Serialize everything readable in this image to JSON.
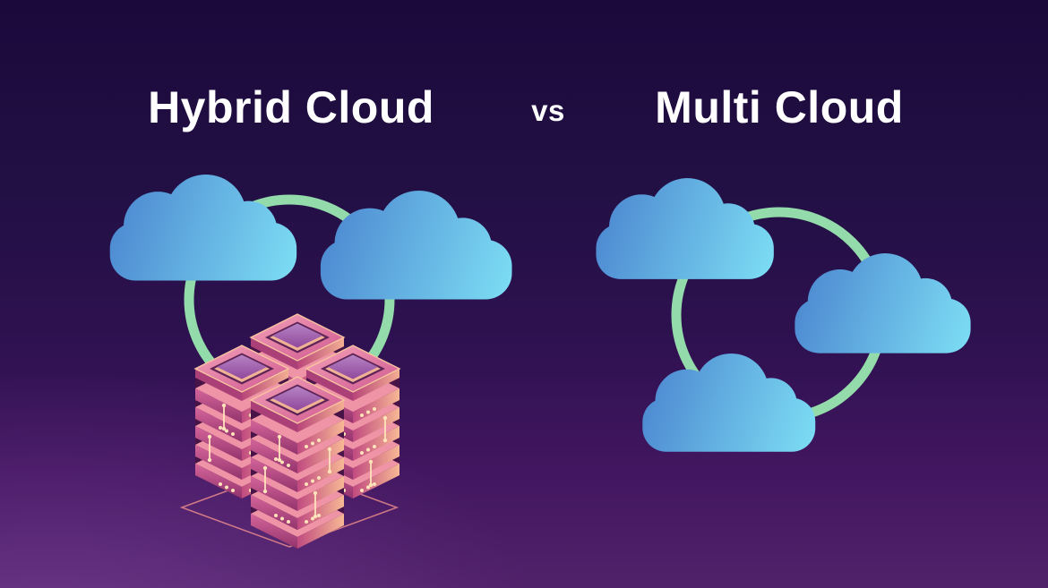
{
  "title": {
    "left": "Hybrid Cloud",
    "vs": "vs",
    "right": "Multi Cloud",
    "color": "#ffffff"
  },
  "illustrations": {
    "hybrid_cloud": {
      "label": "Hybrid Cloud",
      "cloud_count": 2,
      "components": [
        "cloud",
        "cloud",
        "connection-ring",
        "data-center-server-stack",
        "floor-diamond-outline"
      ]
    },
    "multi_cloud": {
      "label": "Multi Cloud",
      "cloud_count": 3,
      "components": [
        "cloud",
        "cloud",
        "cloud",
        "connection-ring"
      ]
    }
  },
  "colors": {
    "background_top": "#1b093c",
    "background_bottom": "#50226a",
    "background_glow": "#96559b",
    "cloud_gradient_start": "#4a84cf",
    "cloud_gradient_end": "#7ee0f5",
    "ring": "#93dbaa",
    "server_magenta": "#93336c",
    "server_pink": "#c04a80",
    "server_peach": "#f7b894",
    "server_screen_purple": "#91489c",
    "server_silhouette": "#481347",
    "floor_outline": "#e08489",
    "circuit_dots": "#ffe3bb",
    "title_text": "#ffffff"
  }
}
